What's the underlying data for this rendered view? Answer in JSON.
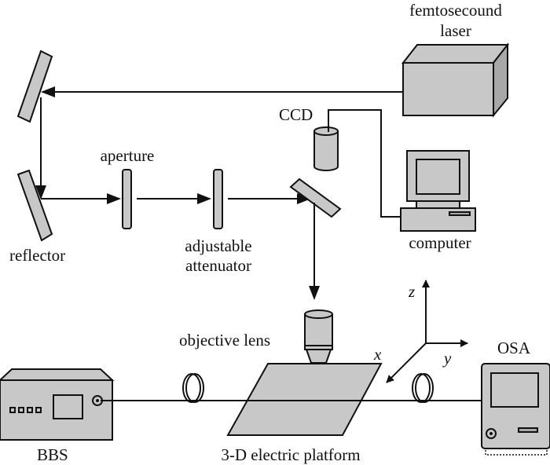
{
  "labels": {
    "laser": [
      "femtosecound",
      "laser"
    ],
    "ccd": "CCD",
    "aperture": "aperture",
    "reflector": "reflector",
    "attenuator": [
      "adjustable",
      "attenuator"
    ],
    "computer": "computer",
    "objective": "objective lens",
    "axis_z": "z",
    "axis_y": "y",
    "axis_x": "x",
    "osa": "OSA",
    "bbs": "BBS",
    "platform": "3-D electric platform"
  },
  "colors": {
    "component_fill": "#c8c8c8",
    "line": "#111111"
  }
}
